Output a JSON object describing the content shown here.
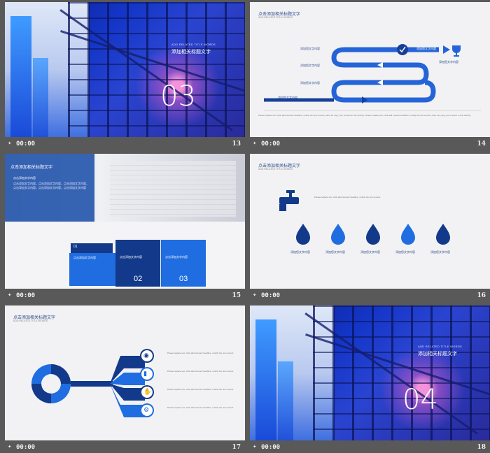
{
  "slides": [
    {
      "number": "13",
      "time": "00:00",
      "big_number": "03",
      "en_title": "ADD RELATED TITLE WORDS",
      "cn_title": "添加相关标题文字"
    },
    {
      "number": "14",
      "time": "00:00",
      "header": "点击添加相关标题文字",
      "subheader": "ADD RELATED TITLE WORDS",
      "flow_labels": [
        "添加您文字内容",
        "添加您文字内容",
        "添加您文字内容",
        "添加您文字内容",
        "添加您文字内容",
        "添加您文字内容"
      ],
      "footer_text": "Please replace text, click add relevant headline, modify the text content, also can copy your content to this directly. Please replace text, click add relevant headline, modify the text content, also can copy your content to this directly."
    },
    {
      "number": "15",
      "time": "00:00",
      "header": "点击添加相关标题文字",
      "label": "点击添加文字内容",
      "body": "点击添加文字内容，点击添加文字内容，点击添加文字内容，点击添加文字内容，点击添加文字内容，点击添加文字内容",
      "boxes": [
        {
          "num": "01",
          "title": "点击添加文字内容"
        },
        {
          "num": "02",
          "title": "点击添加文字内容"
        },
        {
          "num": "03",
          "title": "点击添加文字内容"
        }
      ]
    },
    {
      "number": "16",
      "time": "00:00",
      "header": "点击添加相关标题文字",
      "subheader": "ADD RELATED TITLE WORDS",
      "drop_labels": [
        "添加您文字内容",
        "添加您文字内容",
        "添加您文字内容",
        "添加您文字内容",
        "添加您文字内容"
      ]
    },
    {
      "number": "17",
      "time": "00:00",
      "header": "点击添加相关标题文字",
      "subheader": "ADD RELATED TITLE WORDS",
      "icons": [
        "eye-icon",
        "book-icon",
        "handshake-icon",
        "gear-icon"
      ]
    },
    {
      "number": "18",
      "time": "00:00",
      "big_number": "04",
      "en_title": "ADD RELATED TITLE WORDS",
      "cn_title": "添加相关标题文字"
    }
  ],
  "colors": {
    "accent": "#1a66e0",
    "dark": "#133a8a",
    "background": "#595959"
  }
}
